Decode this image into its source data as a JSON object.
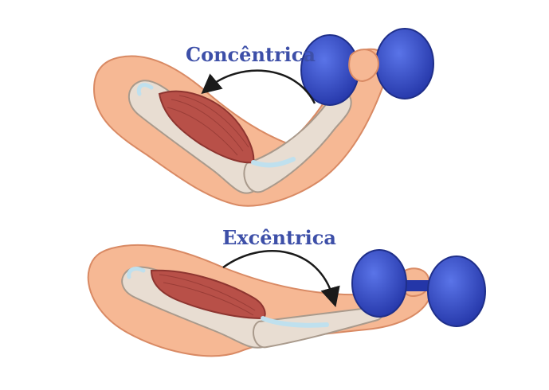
{
  "labels": {
    "concentric": "Concêntrica",
    "eccentric": "Excêntrica"
  },
  "colors": {
    "label": "#3d4fa8",
    "skin": "#f6b894",
    "skin_edge": "#d98a64",
    "bone": "#e8ddd2",
    "bone_edge": "#a99a8c",
    "muscle": "#b85048",
    "muscle_dark": "#8e3530",
    "tendon": "#bfe0ee",
    "dumbbell": "#3550c8",
    "dumbbell_dark": "#1f2f8a",
    "arrow": "#1a1a1a"
  },
  "icons": [
    "curved-arrow-left",
    "curved-arrow-right",
    "dumbbell-icon"
  ]
}
